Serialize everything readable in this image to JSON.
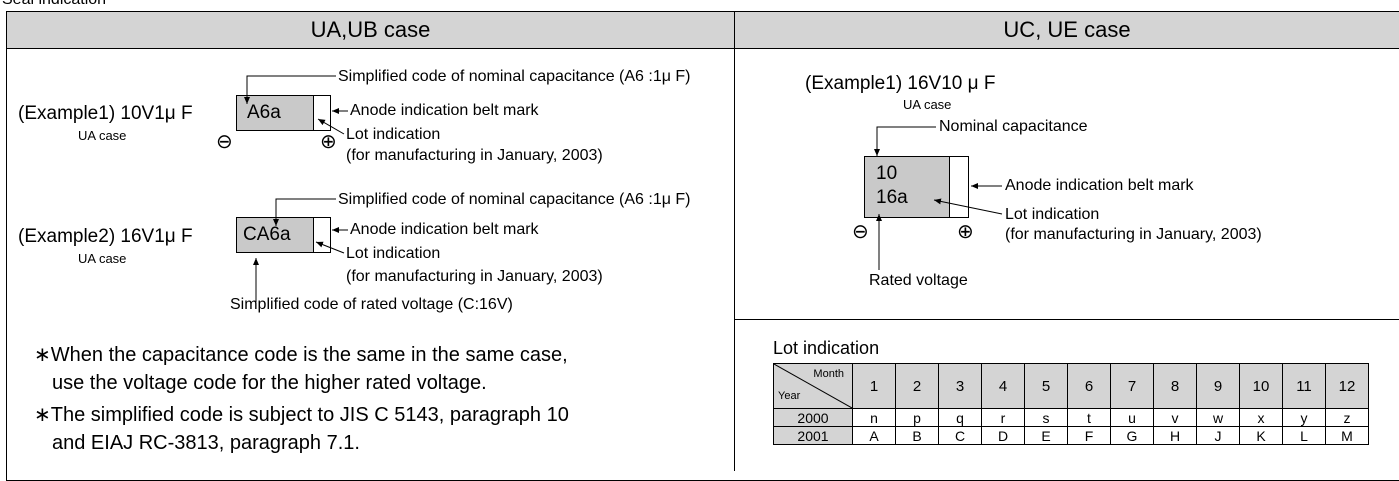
{
  "top_label": "Seal indication",
  "left": {
    "header": "UA,UB case",
    "ex1": {
      "title": "(Example1) 10V1μ F",
      "case": "UA case",
      "chip": "A6a",
      "cap_code": "Simplified code of nominal capacitance (A6 :1μ F)",
      "belt": "Anode indication belt mark",
      "lot": "Lot indication",
      "lot_detail": "(for manufacturing in January, 2003)"
    },
    "ex2": {
      "title": "(Example2) 16V1μ F",
      "case": "UA case",
      "chip": "CA6a",
      "cap_code": "Simplified code of nominal capacitance (A6 :1μ F)",
      "belt": "Anode indication belt mark",
      "lot": "Lot indication",
      "lot_detail": "(for manufacturing in January, 2003)",
      "voltage_code": "Simplified code of rated voltage (C:16V)"
    },
    "minus": "⊖",
    "plus": "⊕",
    "notes": [
      {
        "star": "∗",
        "line1": "When the capacitance code is the same in the same case,",
        "line2": "use the voltage code for the higher rated voltage."
      },
      {
        "star": "∗",
        "line1": "The simplified code is subject to JIS C 5143, paragraph 10",
        "line2": "and EIAJ RC-3813, paragraph 7.1."
      }
    ]
  },
  "right": {
    "header": "UC, UE case",
    "ex1": {
      "title": "(Example1) 16V10 μ F",
      "case": "UA case",
      "nominal": "Nominal capacitance",
      "chip_line1": "10",
      "chip_line2": "16a",
      "belt": "Anode indication belt mark",
      "lot": "Lot indication",
      "lot_detail": "(for manufacturing in January, 2003)",
      "rated": "Rated voltage"
    },
    "lot_table": {
      "title": "Lot indication",
      "month_label": "Month",
      "year_label": "Year",
      "months": [
        "1",
        "2",
        "3",
        "4",
        "5",
        "6",
        "7",
        "8",
        "9",
        "10",
        "11",
        "12"
      ],
      "rows": [
        {
          "year": "2000",
          "codes": [
            "n",
            "p",
            "q",
            "r",
            "s",
            "t",
            "u",
            "v",
            "w",
            "x",
            "y",
            "z"
          ]
        },
        {
          "year": "2001",
          "codes": [
            "A",
            "B",
            "C",
            "D",
            "E",
            "F",
            "G",
            "H",
            "J",
            "K",
            "L",
            "M"
          ]
        }
      ]
    }
  }
}
